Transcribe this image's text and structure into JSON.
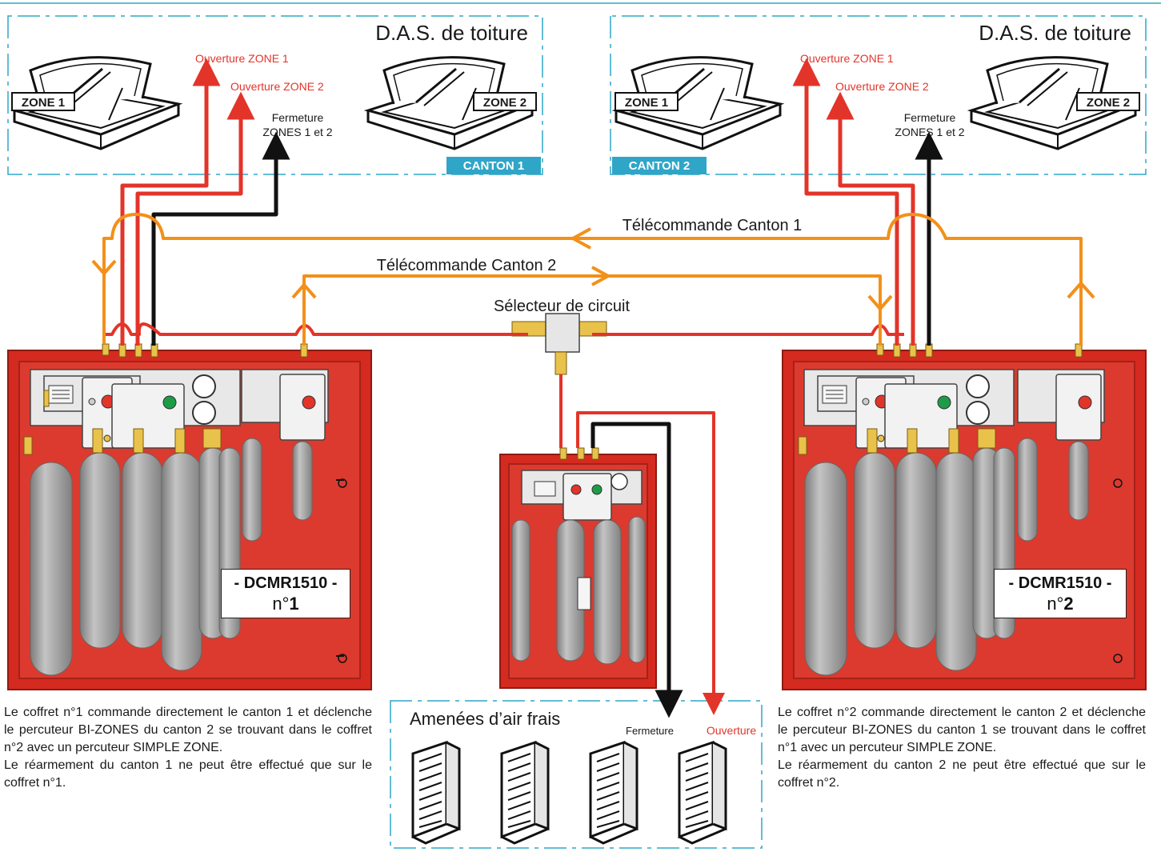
{
  "das_panels": [
    {
      "title": "D.A.S. de toiture",
      "zone_left": "ZONE 1",
      "zone_right": "ZONE 2",
      "canton": "CANTON 1",
      "opening_1": "Ouverture ZONE 1",
      "opening_2": "Ouverture ZONE 2",
      "closing_l1": "Fermeture",
      "closing_l2": "ZONES 1 et 2"
    },
    {
      "title": "D.A.S. de toiture",
      "zone_left": "ZONE 1",
      "zone_right": "ZONE 2",
      "canton": "CANTON 2",
      "opening_1": "Ouverture ZONE 1",
      "opening_2": "Ouverture ZONE 2",
      "closing_l1": "Fermeture",
      "closing_l2": "ZONES 1 et 2"
    }
  ],
  "remote_1": "Télécommande Canton 1",
  "remote_2": "Télécommande Canton 2",
  "selector": "Sélecteur de circuit",
  "cabinets": [
    {
      "model": "DCMR1510",
      "number": "1"
    },
    {
      "model": "DCMR1510",
      "number": "2"
    }
  ],
  "air_panel": {
    "title": "Amenées d’air frais",
    "closing": "Fermeture",
    "opening": "Ouverture"
  },
  "descriptions": [
    {
      "p1": "Le coffret n°1 commande directement le canton 1 et déclenche le percuteur BI-ZONES du canton 2 se trouvant dans le coffret n°2 avec un percuteur SIMPLE ZONE.",
      "p2": "Le réarmement du canton 1 ne peut être effectué que sur le coffret n°1."
    },
    {
      "p1": "Le coffret n°2 commande directement le canton 2 et déclenche le percuteur BI-ZONES du canton 1 se trouvant dans le coffret n°1 avec un percuteur SIMPLE ZONE.",
      "p2": "Le réarmement du canton 2 ne peut être effectué que sur le coffret n°2."
    }
  ],
  "colors": {
    "red_line": "#e3342a",
    "orange_line": "#f39019",
    "black_line": "#111111",
    "cabinet_red": "#d52a1f",
    "frame_blue": "#2fa5c8",
    "cylinder_grey": "#9e9e9e"
  }
}
